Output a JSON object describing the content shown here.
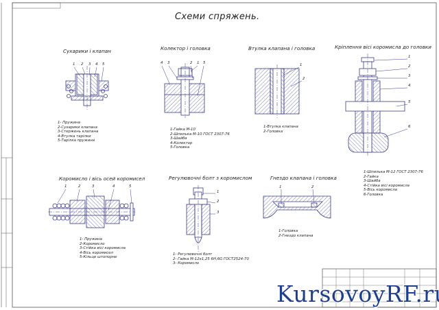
{
  "sheet": {
    "title": "Схеми спряжень.",
    "watermark": "KursovoyRF.ru"
  },
  "views": [
    {
      "heading": "Сухарики і клапан",
      "callouts": [
        "1",
        "2",
        "3",
        "4",
        "5"
      ],
      "legend": [
        "1- Пружина",
        "2-Сухарики клапана",
        "3-Стержень клапана",
        "4-Втулка тарілки",
        "5-Тарілка пружини"
      ]
    },
    {
      "heading": "Колектор і головка",
      "callouts": [
        "4",
        "3",
        "2",
        "1",
        "5"
      ],
      "legend": [
        "1-Гайка М-10",
        "2-Шпилька М-10 ГОСТ 2307-76",
        "3-Шайба",
        "4-Колектор",
        "5-Головка"
      ]
    },
    {
      "heading": "Втулка клапана і головка",
      "callouts": [
        "1",
        "2"
      ],
      "legend": [
        "1-Втулка клапана",
        "2-Головка"
      ]
    },
    {
      "heading": "Кріплення вісі коромисла до головки",
      "callouts": [
        "1",
        "2",
        "3",
        "4",
        "5",
        "6"
      ],
      "legend": [
        "1-Шпилька М-12 ГОСТ 2307-76",
        "2-Гайка",
        "3-Шайба",
        "4-Стійка вісі коромисла",
        "5-Вісь коромисла",
        "6-Головка"
      ]
    },
    {
      "heading": "Коромисло і вісь осей коромисел",
      "callouts": [
        "1",
        "2",
        "3",
        "4",
        "5"
      ],
      "legend": [
        "1- Пружина",
        "2-Коромисло",
        "3-Стійка вісі коромисла",
        "4-Вісь коромисел",
        "5-Кільце штопорне"
      ]
    },
    {
      "heading": "Регулювочні болт з коромислом",
      "callouts": [
        "1",
        "2",
        "3"
      ],
      "legend": [
        "1- Регулювочні болт",
        "2- Гайка М-12х1,25 6Н,6G ГОСТ2524-70",
        "3- Коромисло"
      ]
    },
    {
      "heading": "Гнездо клапана і головка",
      "callouts": [
        "1",
        "2"
      ],
      "legend": [
        "1-Головка",
        "2-Гнездо клапана"
      ]
    }
  ],
  "colors": {
    "line": "#3a3a8a",
    "hatch": "#4a4aa0",
    "watermark": "#1f3e8c",
    "frame": "#555555"
  }
}
